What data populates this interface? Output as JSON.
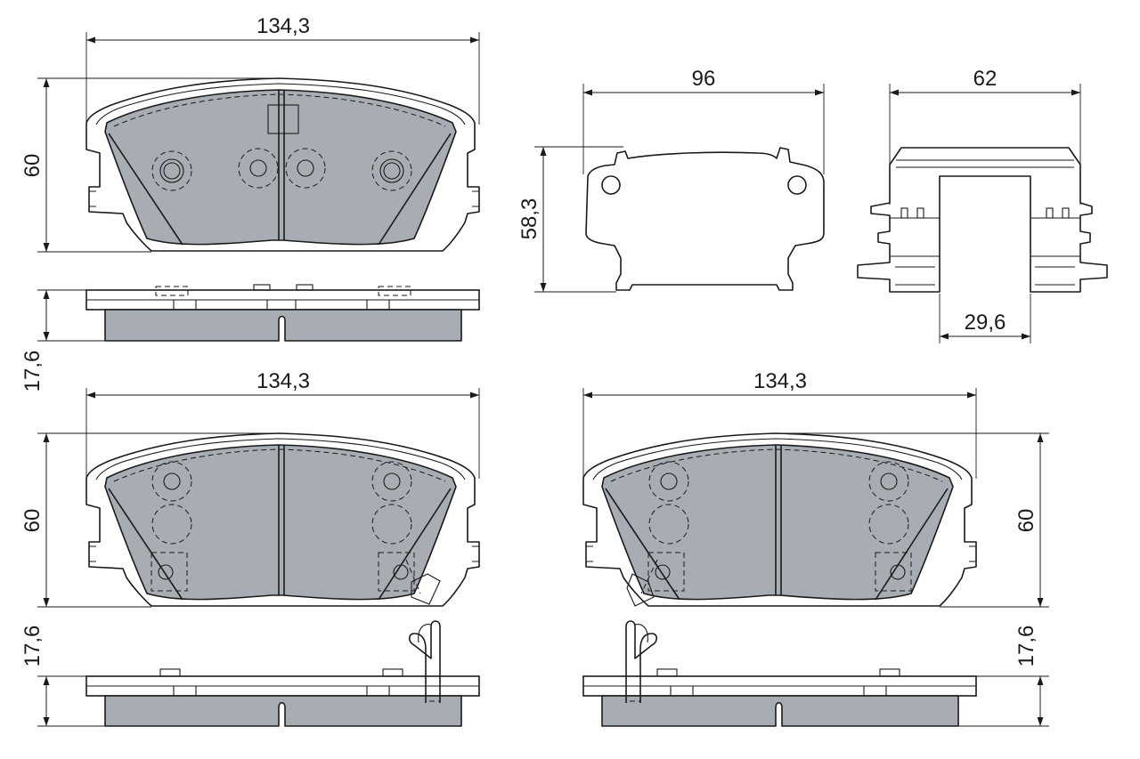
{
  "colors": {
    "friction": "#a8adb3",
    "line": "#1a1a1a",
    "background": "#ffffff"
  },
  "dimensions": {
    "pad1_width": "134,3",
    "pad1_height": "60",
    "pad1_thickness": "17,6",
    "spring_width": "96",
    "spring_height": "58,3",
    "clip_width": "62",
    "clip_depth": "29,6",
    "pad2_width": "134,3",
    "pad2_height": "60",
    "pad2_thickness": "17,6",
    "pad3_width": "134,3",
    "pad3_height": "60",
    "pad3_thickness": "17,6"
  }
}
